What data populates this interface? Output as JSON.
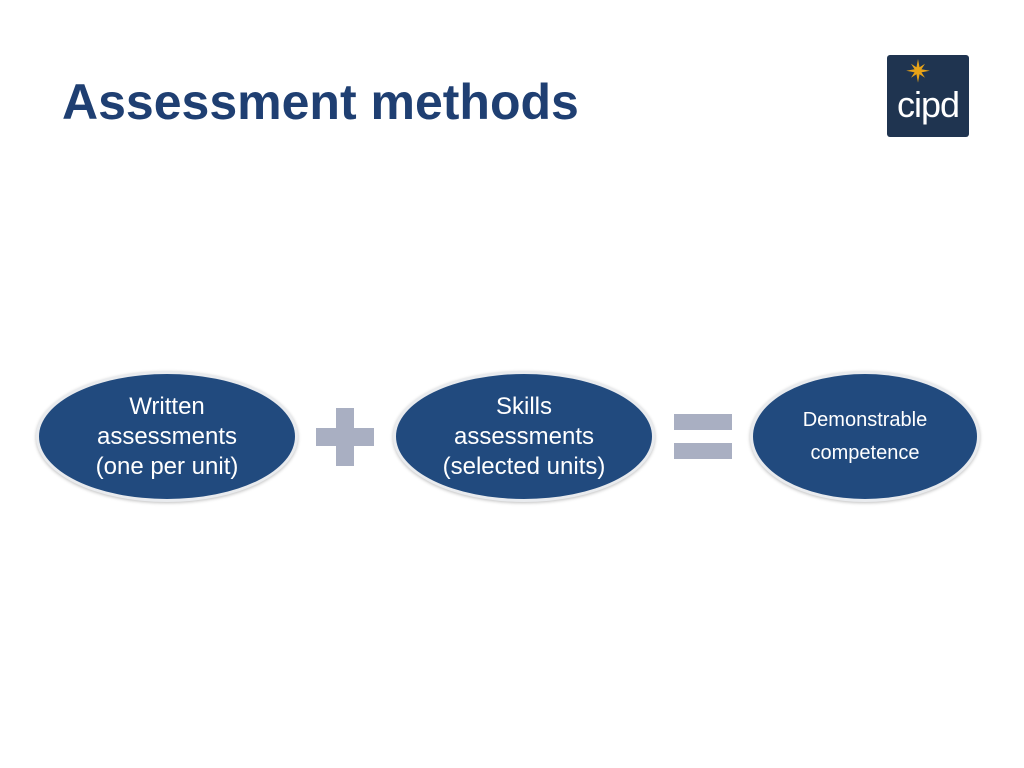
{
  "title": "Assessment methods",
  "logo": {
    "wordmark": "cipd",
    "background_color": "#1f3450",
    "star_color": "#e8a317",
    "star_icon": "compass-star-icon"
  },
  "equation": {
    "nodes": [
      {
        "text": "Written assessments (one per unit)"
      },
      {
        "text": "Skills assessments (selected units)"
      },
      {
        "text": "Demonstrable competence"
      }
    ],
    "operators": [
      "plus",
      "equals"
    ],
    "node_color": "#214a7e",
    "operator_color": "#a9afc2"
  }
}
